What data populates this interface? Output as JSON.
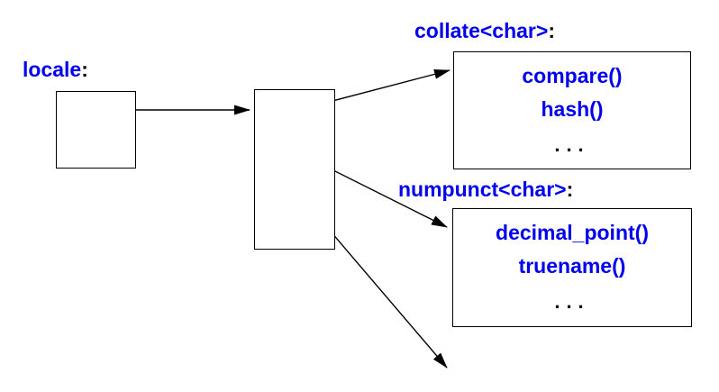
{
  "colors": {
    "facet_text_blue": "#0000EE",
    "line_black": "#000000",
    "background": "#FFFFFF"
  },
  "locale": {
    "label": "locale",
    "colon": ":"
  },
  "facets": [
    {
      "id": "collate",
      "label": "collate<char>",
      "colon": ":",
      "methods": [
        "compare()",
        "hash()"
      ],
      "more": "..."
    },
    {
      "id": "numpunct",
      "label": "numpunct<char>",
      "colon": ":",
      "methods": [
        "decimal_point()",
        "truename()"
      ],
      "more": "..."
    }
  ]
}
